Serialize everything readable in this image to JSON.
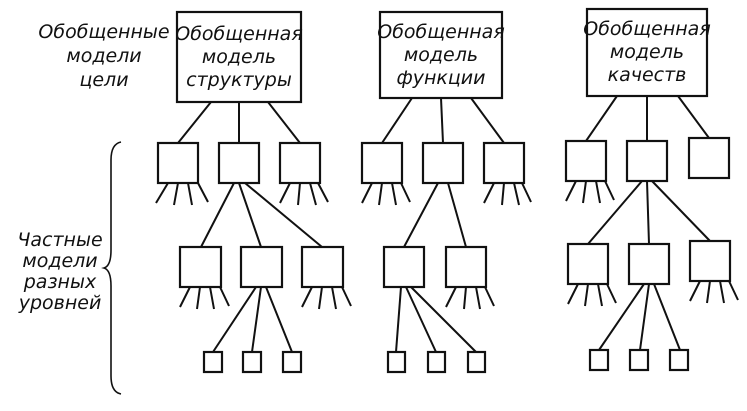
{
  "labels": {
    "goal_models": [
      "Обобщенные",
      "модели",
      "цели"
    ],
    "partial_models": [
      "Частные",
      "модели",
      "разных",
      "уровней"
    ]
  },
  "columns": [
    {
      "id": "structure",
      "title": [
        "Обобщенная",
        "модель",
        "структуры"
      ]
    },
    {
      "id": "function",
      "title": [
        "Обобщенная",
        "модель",
        "функции"
      ]
    },
    {
      "id": "quality",
      "title": [
        "Обобщенная",
        "модель",
        "качеств"
      ]
    }
  ]
}
